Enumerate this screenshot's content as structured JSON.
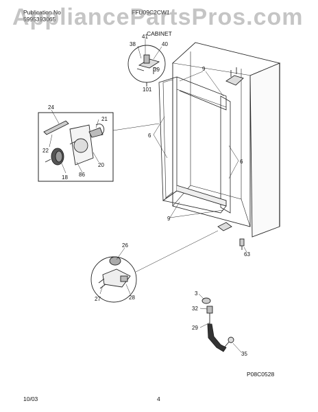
{
  "header": {
    "publication_label": "Publication No",
    "publication_number": "5995393065",
    "model": "FFU09C2CW1",
    "section": "CABINET"
  },
  "watermark": "AppliancePartsPros.com",
  "diagram_code": "P08C0528",
  "footer": {
    "date": "10/03",
    "page": "4"
  },
  "callouts": {
    "c3": "3",
    "c6a": "6",
    "c6b": "6",
    "c9a": "9",
    "c9b": "9",
    "c18": "18",
    "c20": "20",
    "c21": "21",
    "c22": "22",
    "c24": "24",
    "c26": "26",
    "c27": "27",
    "c28": "28",
    "c29": "29",
    "c32": "32",
    "c35": "35",
    "c38": "38",
    "c39": "39",
    "c40": "40",
    "c41": "41",
    "c63": "63",
    "c86": "86",
    "c101": "101"
  }
}
